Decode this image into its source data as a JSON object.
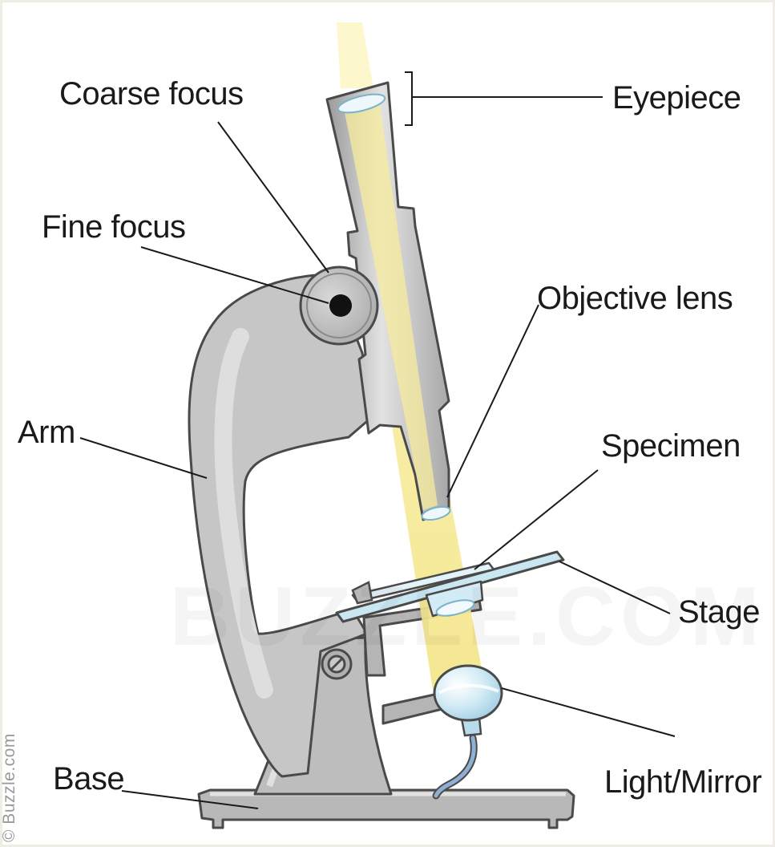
{
  "labels": {
    "eyepiece": "Eyepiece",
    "coarse_focus": "Coarse focus",
    "fine_focus": "Fine focus",
    "objective_lens": "Objective lens",
    "arm": "Arm",
    "specimen": "Specimen",
    "stage": "Stage",
    "base": "Base",
    "light_mirror": "Light/Mirror"
  },
  "credit": "© Buzzle.com",
  "watermark": "BUZZLE.COM",
  "colors": {
    "body_gray": "#c6c6c6",
    "body_dark": "#9a9a9a",
    "outline": "#4a4a4a",
    "light_beam": "#f8efa6",
    "glass_blue": "#c7e6f2",
    "cable_blue": "#8eb0d4"
  }
}
